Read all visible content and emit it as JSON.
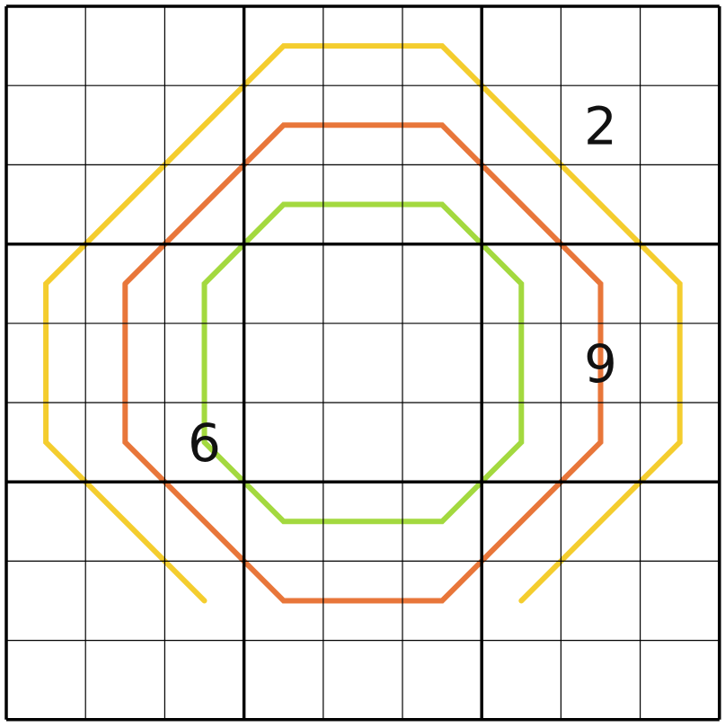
{
  "puzzle": {
    "rows": 9,
    "cols": 9,
    "box_rows": 3,
    "box_cols": 3,
    "givens": [
      {
        "row": 1,
        "col": 7,
        "value": "2"
      },
      {
        "row": 4,
        "col": 7,
        "value": "9"
      },
      {
        "row": 5,
        "col": 2,
        "value": "6"
      }
    ],
    "lines": [
      {
        "name": "green-line",
        "color": "#a3d93f",
        "cells": [
          [
            5,
            2
          ],
          [
            6,
            3
          ],
          [
            6,
            4
          ],
          [
            6,
            5
          ],
          [
            5,
            6
          ],
          [
            4,
            6
          ],
          [
            3,
            6
          ],
          [
            2,
            5
          ],
          [
            2,
            4
          ],
          [
            2,
            3
          ],
          [
            3,
            2
          ],
          [
            4,
            2
          ],
          [
            5,
            2
          ]
        ]
      },
      {
        "name": "orange-line",
        "color": "#e8763a",
        "cells": [
          [
            3,
            1
          ],
          [
            2,
            2
          ],
          [
            1,
            3
          ],
          [
            1,
            4
          ],
          [
            1,
            5
          ],
          [
            2,
            6
          ],
          [
            3,
            7
          ],
          [
            4,
            7
          ],
          [
            5,
            7
          ],
          [
            6,
            6
          ],
          [
            7,
            5
          ],
          [
            7,
            4
          ],
          [
            7,
            3
          ],
          [
            6,
            2
          ],
          [
            5,
            1
          ],
          [
            4,
            1
          ],
          [
            3,
            1
          ]
        ]
      },
      {
        "name": "yellow-line",
        "color": "#f4cd2e",
        "cells": [
          [
            7,
            2
          ],
          [
            6,
            1
          ],
          [
            5,
            0
          ],
          [
            4,
            0
          ],
          [
            3,
            0
          ],
          [
            2,
            1
          ],
          [
            1,
            2
          ],
          [
            0,
            3
          ],
          [
            0,
            4
          ],
          [
            0,
            5
          ],
          [
            1,
            6
          ],
          [
            2,
            7
          ],
          [
            3,
            8
          ],
          [
            4,
            8
          ],
          [
            5,
            8
          ],
          [
            6,
            7
          ],
          [
            7,
            6
          ]
        ]
      }
    ],
    "colors": {
      "grid_thin": "#000000",
      "grid_thick": "#000000",
      "digit": "#111111"
    }
  }
}
